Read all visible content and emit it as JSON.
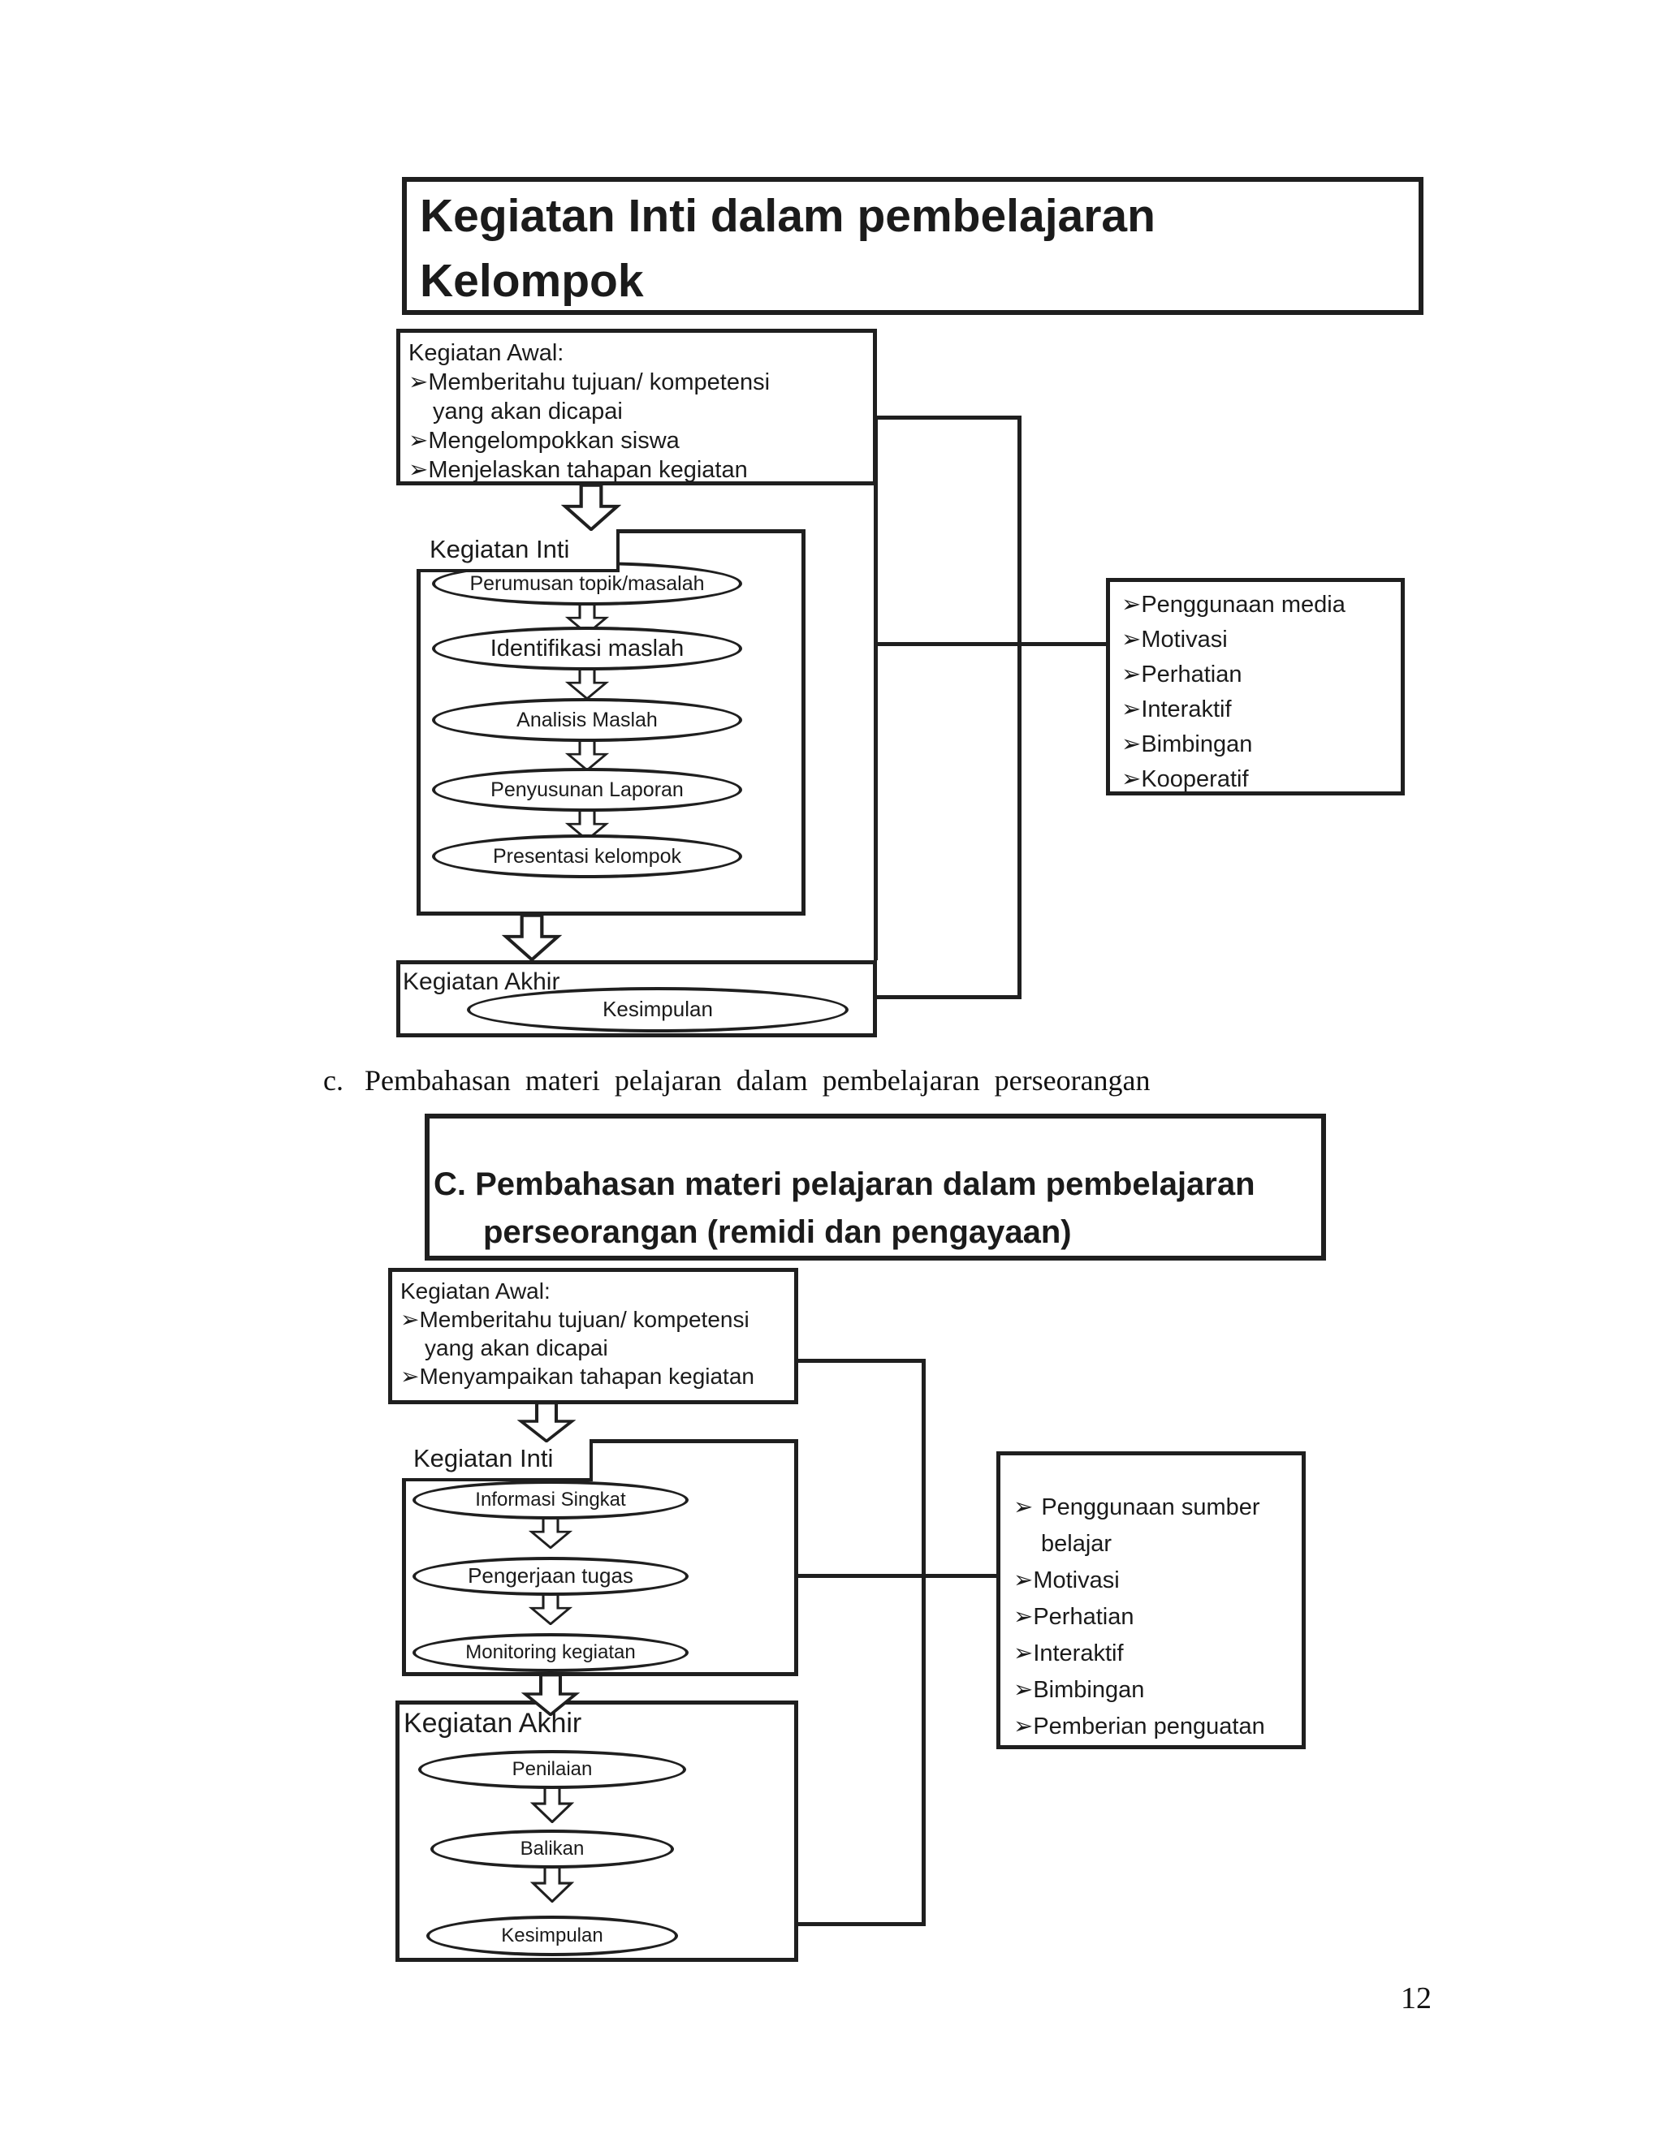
{
  "glyphs": {
    "bullet": "➢"
  },
  "page_number": "12",
  "diagram1": {
    "title_lines": [
      "Kegiatan Inti dalam pembelajaran",
      "Kelompok"
    ],
    "awal": {
      "label": "Kegiatan Awal:",
      "items": [
        "Memberitahu tujuan/ kompetensi yang akan dicapai",
        "Mengelompokkan siswa",
        "Menjelaskan tahapan kegiatan"
      ]
    },
    "inti": {
      "label": "Kegiatan Inti",
      "steps": [
        "Perumusan topik/masalah",
        "Identifikasi maslah",
        "Analisis Maslah",
        "Penyusunan Laporan",
        "Presentasi kelompok"
      ]
    },
    "akhir": {
      "label": "Kegiatan Akhir",
      "step": "Kesimpulan"
    },
    "side_notes": [
      "Penggunaan media",
      "Motivasi",
      "Perhatian",
      "Interaktif",
      "Bimbingan",
      "Kooperatif"
    ]
  },
  "caption": {
    "index": "c.",
    "text": "Pembahasan materi pelajaran dalam pembelajaran perseorangan"
  },
  "diagram2": {
    "title_lines": [
      "C. Pembahasan materi pelajaran dalam pembelajaran",
      "perseorangan (remidi dan pengayaan)"
    ],
    "awal": {
      "label": "Kegiatan Awal:",
      "items": [
        "Memberitahu tujuan/ kompetensi yang akan dicapai",
        "Menyampaikan tahapan kegiatan"
      ]
    },
    "inti": {
      "label": "Kegiatan Inti",
      "steps": [
        "Informasi Singkat",
        "Pengerjaan tugas",
        "Monitoring kegiatan"
      ]
    },
    "akhir": {
      "label": "Kegiatan Akhir",
      "steps": [
        "Penilaian",
        "Balikan",
        "Kesimpulan"
      ]
    },
    "side_notes": [
      "Penggunaan sumber belajar",
      "Motivasi",
      "Perhatian",
      "Interaktif",
      "Bimbingan",
      "Pemberian penguatan"
    ]
  }
}
